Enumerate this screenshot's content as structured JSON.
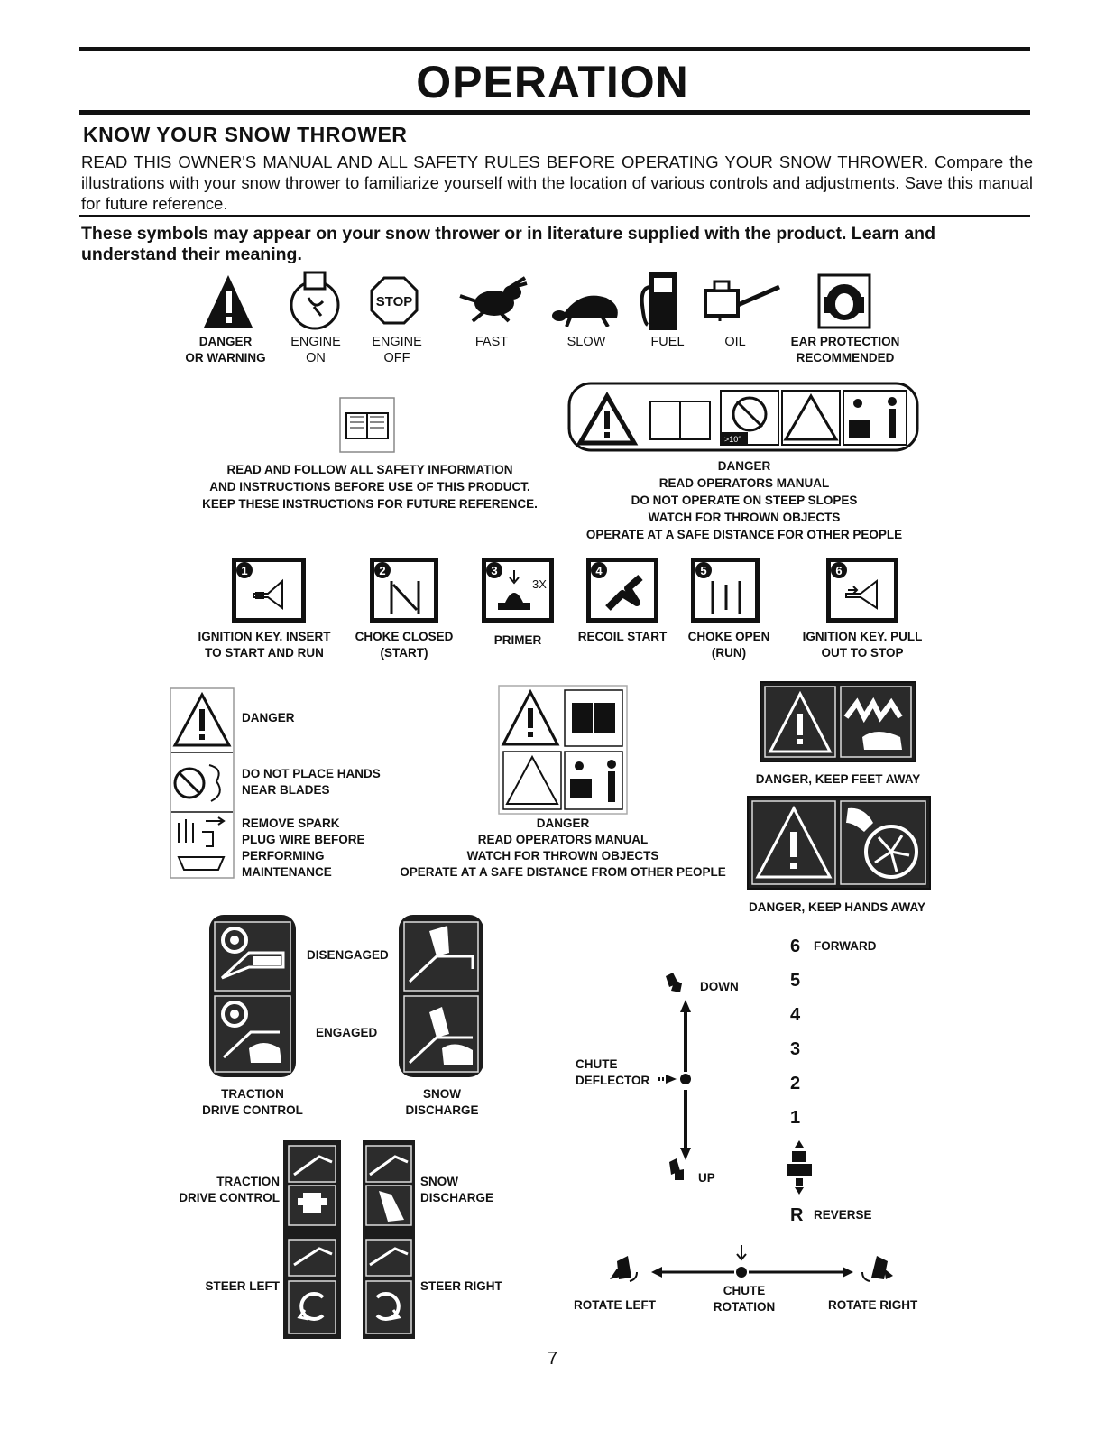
{
  "page": {
    "title": "OPERATION",
    "section_title": "KNOW YOUR SNOW THROWER",
    "intro": "READ THIS OWNER'S MANUAL AND ALL SAFETY RULES BEFORE OPERATING YOUR SNOW THROWER. Compare the illustrations with your snow thrower to familiarize yourself with the location of various controls and adjustments. Save this manual for future reference.",
    "symbols_heading": "These symbols may appear on your snow thrower or in literature supplied with the product. Learn and understand their meaning.",
    "page_number": "7"
  },
  "row1": {
    "danger": [
      "DANGER",
      "OR WARNING"
    ],
    "engine_on": [
      "ENGINE",
      "ON"
    ],
    "engine_off": [
      "ENGINE",
      "OFF"
    ],
    "stop_text": "STOP",
    "fast": "FAST",
    "slow": "SLOW",
    "fuel": "FUEL",
    "oil": "OIL",
    "ear": [
      "EAR PROTECTION",
      "RECOMMENDED"
    ]
  },
  "row2": {
    "read_follow": [
      "READ AND FOLLOW ALL SAFETY INFORMATION",
      "AND INSTRUCTIONS BEFORE USE OF THIS PRODUCT.",
      "KEEP THESE INSTRUCTIONS FOR FUTURE REFERENCE."
    ],
    "danger_decal": [
      "DANGER",
      "READ OPERATORS MANUAL",
      "DO NOT OPERATE ON STEEP SLOPES",
      "WATCH FOR THROWN OBJECTS",
      "OPERATE AT A SAFE DISTANCE FOR OTHER PEOPLE"
    ],
    "slope_text": ">10°"
  },
  "row3": {
    "steps": [
      {
        "num": "1",
        "label": [
          "IGNITION KEY. INSERT",
          "TO START AND RUN"
        ]
      },
      {
        "num": "2",
        "label": [
          "CHOKE CLOSED",
          "(START)"
        ]
      },
      {
        "num": "3",
        "label": [
          "PRIMER"
        ],
        "extra": "3X"
      },
      {
        "num": "4",
        "label": [
          "RECOIL START"
        ]
      },
      {
        "num": "5",
        "label": [
          "CHOKE OPEN",
          "(RUN)"
        ]
      },
      {
        "num": "6",
        "label": [
          "IGNITION KEY. PULL",
          "OUT TO STOP"
        ]
      }
    ]
  },
  "row4": {
    "danger": "DANGER",
    "hands": [
      "DO NOT PLACE HANDS",
      "NEAR BLADES"
    ],
    "spark": [
      "REMOVE SPARK",
      "PLUG WIRE BEFORE",
      "PERFORMING",
      "MAINTENANCE"
    ],
    "center": [
      "DANGER",
      "READ OPERATORS MANUAL",
      "WATCH FOR THROWN OBJECTS",
      "OPERATE AT A SAFE DISTANCE FROM OTHER PEOPLE"
    ],
    "feet": "DANGER, KEEP FEET AWAY",
    "hands_away": "DANGER, KEEP HANDS AWAY"
  },
  "controls": {
    "disengaged": "DISENGAGED",
    "engaged": "ENGAGED",
    "traction": [
      "TRACTION",
      "DRIVE CONTROL"
    ],
    "snow": [
      "SNOW",
      "DISCHARGE"
    ],
    "traction2": [
      "TRACTION",
      "DRIVE CONTROL"
    ],
    "snow2": [
      "SNOW",
      "DISCHARGE"
    ],
    "steer_left": "STEER LEFT",
    "steer_right": "STEER RIGHT"
  },
  "chute": {
    "down": "DOWN",
    "up": "UP",
    "deflector": [
      "CHUTE",
      "DEFLECTOR"
    ],
    "rotate_left": "ROTATE LEFT",
    "rotate_right": "ROTATE RIGHT",
    "rotation": [
      "CHUTE",
      "ROTATION"
    ]
  },
  "speed": {
    "forward": "FORWARD",
    "reverse": "REVERSE",
    "gears": [
      "6",
      "5",
      "4",
      "3",
      "2",
      "1"
    ],
    "reverse_gear": "R"
  }
}
